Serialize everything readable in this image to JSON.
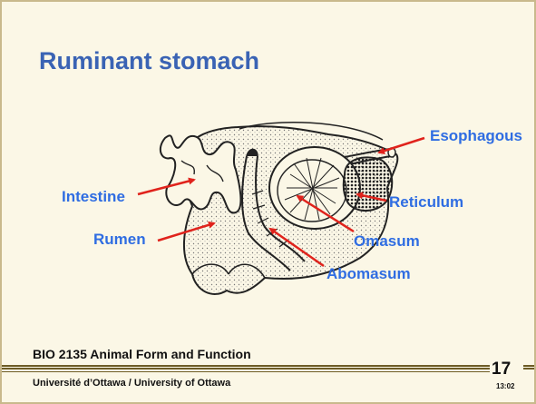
{
  "slide": {
    "title": "Ruminant stomach",
    "course": "BIO 2135 Animal Form and Function",
    "university": "Université d’Ottawa / University of Ottawa",
    "page_number": "17",
    "page_time": "13:02"
  },
  "figure": {
    "labels": {
      "esophagous": "Esophagous",
      "intestine": "Intestine",
      "reticulum": "Reticulum",
      "rumen": "Rumen",
      "omasum": "Omasum",
      "abomasum": "Abomasum"
    },
    "label_color": "#2f6de2",
    "arrow_color": "#e0231c"
  },
  "colors": {
    "background": "#fbf7e6",
    "title": "#3a63b4",
    "band": "#6d5c25"
  }
}
